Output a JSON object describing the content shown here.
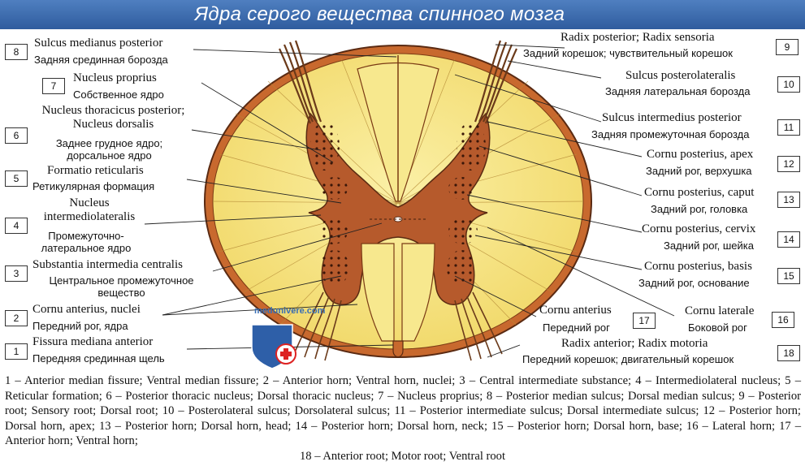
{
  "title": "Ядра серого вещества спинного мозга",
  "watermark": "medunivere.com",
  "labels": [
    {
      "num": "8",
      "lat": "Sulcus medianus posterior",
      "ru": "Задняя срединная борозда"
    },
    {
      "num": "7",
      "lat": "Nucleus proprius",
      "ru": "Собственное ядро"
    },
    {
      "num": "6",
      "lat": "Nucleus thoracicus posterior; Nucleus dorsalis",
      "ru": "Заднее грудное ядро; дорсальное ядро"
    },
    {
      "num": "5",
      "lat": "Formatio reticularis",
      "ru": "Ретикулярная формация"
    },
    {
      "num": "4",
      "lat": "Nucleus intermediolateralis",
      "ru": "Промежуточно-латеральное ядро"
    },
    {
      "num": "3",
      "lat": "Substantia intermedia centralis",
      "ru": "Центральное промежуточное вещество"
    },
    {
      "num": "2",
      "lat": "Cornu anterius, nuclei",
      "ru": "Передний рог, ядра"
    },
    {
      "num": "1",
      "lat": "Fissura mediana anterior",
      "ru": "Передняя срединная щель"
    },
    {
      "num": "9",
      "lat": "Radix posterior; Radix sensoria",
      "ru": "Задний корешок; чувствительный корешок"
    },
    {
      "num": "10",
      "lat": "Sulcus posterolateralis",
      "ru": "Задняя латеральная борозда"
    },
    {
      "num": "11",
      "lat": "Sulcus intermedius posterior",
      "ru": "Задняя промежуточная борозда"
    },
    {
      "num": "12",
      "lat": "Cornu posterius, apex",
      "ru": "Задний рог, верхушка"
    },
    {
      "num": "13",
      "lat": "Cornu posterius, caput",
      "ru": "Задний рог, головка"
    },
    {
      "num": "14",
      "lat": "Cornu posterius, cervix",
      "ru": "Задний рог, шейка"
    },
    {
      "num": "15",
      "lat": "Cornu posterius, basis",
      "ru": "Задний рог, основание"
    },
    {
      "num": "16",
      "lat": "Cornu laterale",
      "ru": "Боковой рог"
    },
    {
      "num": "17",
      "lat": "Cornu anterius",
      "ru": "Передний рог"
    },
    {
      "num": "18",
      "lat": "Radix anterior; Radix motoria",
      "ru": "Передний корешок; двигательный корешок"
    }
  ],
  "caption": "1 – Anterior median fissure; Ventral median fissure; 2 – Anterior horn; Ventral horn, nuclei; 3 – Central intermediate substance; 4 – Intermediolateral nucleus; 5 – Reticular formation; 6 – Posterior thoracic nucleus; Dorsal thoracic nucleus; 7 – Nucleus proprius; 8 – Posterior median sulcus; Dorsal median sulcus; 9 – Posterior root; Sensory root; Dorsal root; 10 – Posterolateral sulcus; Dorsolateral sulcus; 11 – Posterior intermediate sulcus; Dorsal intermediate sulcus; 12 – Posterior horn; Dorsal horn, apex; 13 – Posterior horn; Dorsal horn, head; 14 – Posterior horn; Dorsal horn, neck; 15 – Posterior horn; Dorsal horn, base; 16 – Lateral horn; 17 – Anterior horn; Ventral horn;",
  "caption_last": "18 – Anterior root; Motor root; Ventral root",
  "colors": {
    "header": "#3d6db0",
    "white_matter": "#f6e27a",
    "gray_matter": "#b8582c",
    "pia": "#c9692e",
    "outline": "#5a2a12"
  }
}
